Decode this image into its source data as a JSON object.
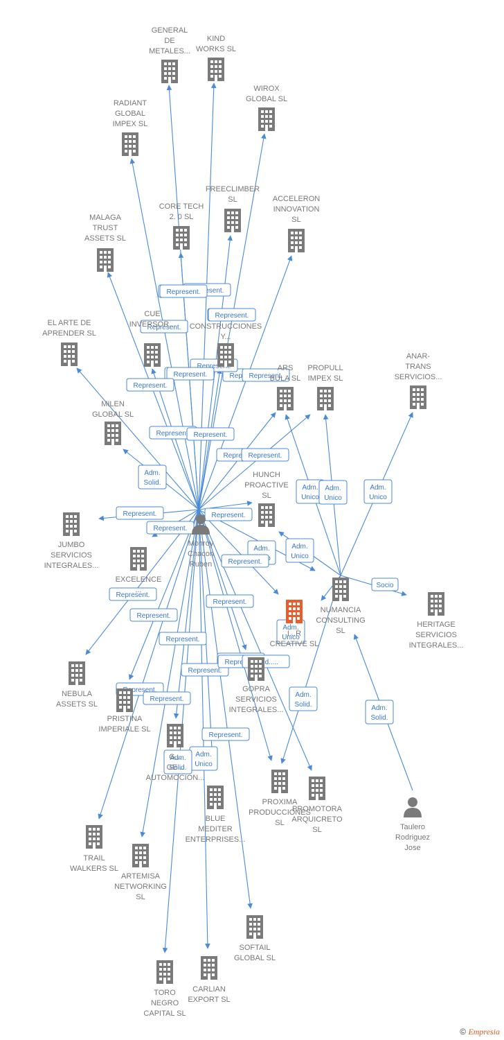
{
  "colors": {
    "edge": "#4a8ad8",
    "building": "#7a7a7a",
    "building_highlight": "#ef5a2a",
    "person": "#7a7a7a"
  },
  "nodes": [
    {
      "id": "monrroy",
      "type": "person",
      "lines": [
        "Monroy",
        "Chacon",
        "Ruben"
      ]
    },
    {
      "id": "numancia",
      "type": "company",
      "lines": [
        "NUMANCIA",
        "CONSULTING",
        "SL"
      ]
    },
    {
      "id": "taulero",
      "type": "person",
      "lines": [
        "Taulero",
        "Rodriguez",
        "Jose"
      ]
    },
    {
      "id": "creative",
      "type": "company",
      "highlight": true,
      "lines": [
        "I...R",
        "CREATIVE SL"
      ]
    },
    {
      "id": "general",
      "type": "company",
      "lines": [
        "GENERAL",
        "DE",
        "METALES..."
      ]
    },
    {
      "id": "kind",
      "type": "company",
      "lines": [
        "KIND",
        "WORKS SL"
      ]
    },
    {
      "id": "wirox",
      "type": "company",
      "lines": [
        "WIROX",
        "GLOBAL SL"
      ]
    },
    {
      "id": "radiant",
      "type": "company",
      "lines": [
        "RADIANT",
        "GLOBAL",
        "IMPEX SL"
      ]
    },
    {
      "id": "freeclimber",
      "type": "company",
      "lines": [
        "FREECLIMBER",
        "SL"
      ]
    },
    {
      "id": "coretech",
      "type": "company",
      "lines": [
        "CORE TECH",
        "2. 0 SL"
      ]
    },
    {
      "id": "acceleron",
      "type": "company",
      "lines": [
        "ACCELERON",
        "INNOVATION",
        "SL"
      ]
    },
    {
      "id": "malaga",
      "type": "company",
      "lines": [
        "MALAGA",
        "TRUST",
        "ASSETS SL"
      ]
    },
    {
      "id": "elarte",
      "type": "company",
      "lines": [
        "EL ARTE DE",
        "APRENDER SL"
      ]
    },
    {
      "id": "cue",
      "type": "company",
      "lines": [
        "CUE",
        "INVERSOR..."
      ]
    },
    {
      "id": "construcciones",
      "type": "company",
      "lines": [
        "CONSTRUCCIONES",
        "Y..."
      ]
    },
    {
      "id": "ars",
      "type": "company",
      "lines": [
        "ARS",
        "BULA SL"
      ]
    },
    {
      "id": "propull",
      "type": "company",
      "lines": [
        "PROPULL",
        "IMPEX SL"
      ]
    },
    {
      "id": "anar",
      "type": "company",
      "lines": [
        "ANAR-",
        "TRANS",
        "SERVICIOS..."
      ]
    },
    {
      "id": "milen",
      "type": "company",
      "lines": [
        "MILEN",
        "GLOBAL SL"
      ]
    },
    {
      "id": "hunch",
      "type": "company",
      "lines": [
        "HUNCH",
        "PROACTIVE",
        "SL"
      ]
    },
    {
      "id": "jumbo",
      "type": "company",
      "lines": [
        "JUMBO",
        "SERVICIOS",
        "INTEGRALES..."
      ]
    },
    {
      "id": "excelence",
      "type": "company",
      "lines": [
        "EXCELENCE",
        "..."
      ]
    },
    {
      "id": "heritage",
      "type": "company",
      "lines": [
        "HERITAGE",
        "SERVICIOS",
        "INTEGRALES..."
      ]
    },
    {
      "id": "nebula",
      "type": "company",
      "lines": [
        "NEBULA",
        "ASSETS SL"
      ]
    },
    {
      "id": "pristina",
      "type": "company",
      "lines": [
        "PRISTINA",
        "IMPERIALE SL"
      ]
    },
    {
      "id": "gopra",
      "type": "company",
      "lines": [
        "GOPRA",
        "SERVICIOS",
        "INTEGRALES..."
      ]
    },
    {
      "id": "automocion",
      "type": "company",
      "lines": [
        "G...",
        "GE...",
        "AUTOMOCION..."
      ]
    },
    {
      "id": "proxima",
      "type": "company",
      "lines": [
        "PROXIMA",
        "PRODUCCIONES",
        "SL"
      ]
    },
    {
      "id": "promotora",
      "type": "company",
      "lines": [
        "PROMOTORA",
        "ARQUICRETO",
        "SL"
      ]
    },
    {
      "id": "blue",
      "type": "company",
      "lines": [
        "BLUE",
        "MEDITER",
        "ENTERPRISES..."
      ]
    },
    {
      "id": "trail",
      "type": "company",
      "lines": [
        "TRAIL",
        "WALKERS SL"
      ]
    },
    {
      "id": "artemisa",
      "type": "company",
      "lines": [
        "ARTEMISA",
        "NETWORKING",
        "SL"
      ]
    },
    {
      "id": "softail",
      "type": "company",
      "lines": [
        "SOFTAIL",
        "GLOBAL SL"
      ]
    },
    {
      "id": "toro",
      "type": "company",
      "lines": [
        "TORO",
        "NEGRO",
        "CAPITAL SL"
      ]
    },
    {
      "id": "carlian",
      "type": "company",
      "lines": [
        "CARLIAN",
        "EXPORT SL"
      ]
    },
    {
      "id": "hidden1",
      "type": "company",
      "lines": []
    }
  ],
  "edges": [
    {
      "from": "monrroy",
      "to": "general",
      "label": ""
    },
    {
      "from": "monrroy",
      "to": "kind",
      "label": "Represent."
    },
    {
      "from": "monrroy",
      "to": "wirox",
      "label": "Represent."
    },
    {
      "from": "monrroy",
      "to": "radiant",
      "label": "Represent."
    },
    {
      "from": "monrroy",
      "to": "freeclimber",
      "label": "Represent."
    },
    {
      "from": "monrroy",
      "to": "coretech",
      "label": "Represent."
    },
    {
      "from": "monrroy",
      "to": "acceleron",
      "label": "Represent."
    },
    {
      "from": "monrroy",
      "to": "malaga",
      "label": "Represent."
    },
    {
      "from": "monrroy",
      "to": "elarte",
      "label": "Represent."
    },
    {
      "from": "monrroy",
      "to": "cue",
      "label": "Represent."
    },
    {
      "from": "monrroy",
      "to": "construcciones",
      "label": "Represent."
    },
    {
      "from": "monrroy",
      "to": "ars",
      "label": "Represent."
    },
    {
      "from": "monrroy",
      "to": "propull",
      "label": "Represent."
    },
    {
      "from": "monrroy",
      "to": "milen",
      "label": "Adm. Solid."
    },
    {
      "from": "monrroy",
      "to": "hunch",
      "label": "Represent."
    },
    {
      "from": "monrroy",
      "to": "jumbo",
      "label": "Represent."
    },
    {
      "from": "monrroy",
      "to": "excelence",
      "label": "Represent."
    },
    {
      "from": "monrroy",
      "to": "numancia",
      "label": "Adm. Unico"
    },
    {
      "from": "monrroy",
      "to": "creative",
      "label": "Represent."
    },
    {
      "from": "monrroy",
      "to": "nebula",
      "label": "Represent."
    },
    {
      "from": "monrroy",
      "to": "pristina",
      "label": "Represent."
    },
    {
      "from": "monrroy",
      "to": "gopra",
      "label": "Represent."
    },
    {
      "from": "monrroy",
      "to": "automocion",
      "label": "Represent."
    },
    {
      "from": "monrroy",
      "to": "proxima",
      "label": "Represent."
    },
    {
      "from": "monrroy",
      "to": "promotora",
      "label": "Represent."
    },
    {
      "from": "monrroy",
      "to": "blue",
      "label": "Adm. Unico"
    },
    {
      "from": "monrroy",
      "to": "trail",
      "label": "Represent."
    },
    {
      "from": "monrroy",
      "to": "artemisa",
      "label": "Represent."
    },
    {
      "from": "monrroy",
      "to": "softail",
      "label": "Represent."
    },
    {
      "from": "monrroy",
      "to": "toro",
      "label": "Adm. Solid."
    },
    {
      "from": "monrroy",
      "to": "carlian",
      "label": "Represent."
    },
    {
      "from": "numancia",
      "to": "ars",
      "label": "Adm. Unico"
    },
    {
      "from": "numancia",
      "to": "propull",
      "label": "Adm. Unico"
    },
    {
      "from": "numancia",
      "to": "anar",
      "label": "Adm. Unico"
    },
    {
      "from": "numancia",
      "to": "hunch",
      "label": "Adm. Unico"
    },
    {
      "from": "numancia",
      "to": "heritage",
      "label": "Socio"
    },
    {
      "from": "numancia",
      "to": "creative",
      "label": "Adm. Unico"
    },
    {
      "from": "numancia",
      "to": "proxima",
      "label": "Adm. Solid."
    },
    {
      "from": "taulero",
      "to": "numancia",
      "label": "Adm. Solid."
    }
  ],
  "extra_tags": [
    "Represent.",
    "Represent.",
    "Represent.",
    "Represent.",
    "Represent.",
    "Represent.",
    "Represent.",
    "Solid.....",
    "Represent."
  ],
  "copyright": {
    "symbol": "©",
    "brand": "Empresia"
  }
}
